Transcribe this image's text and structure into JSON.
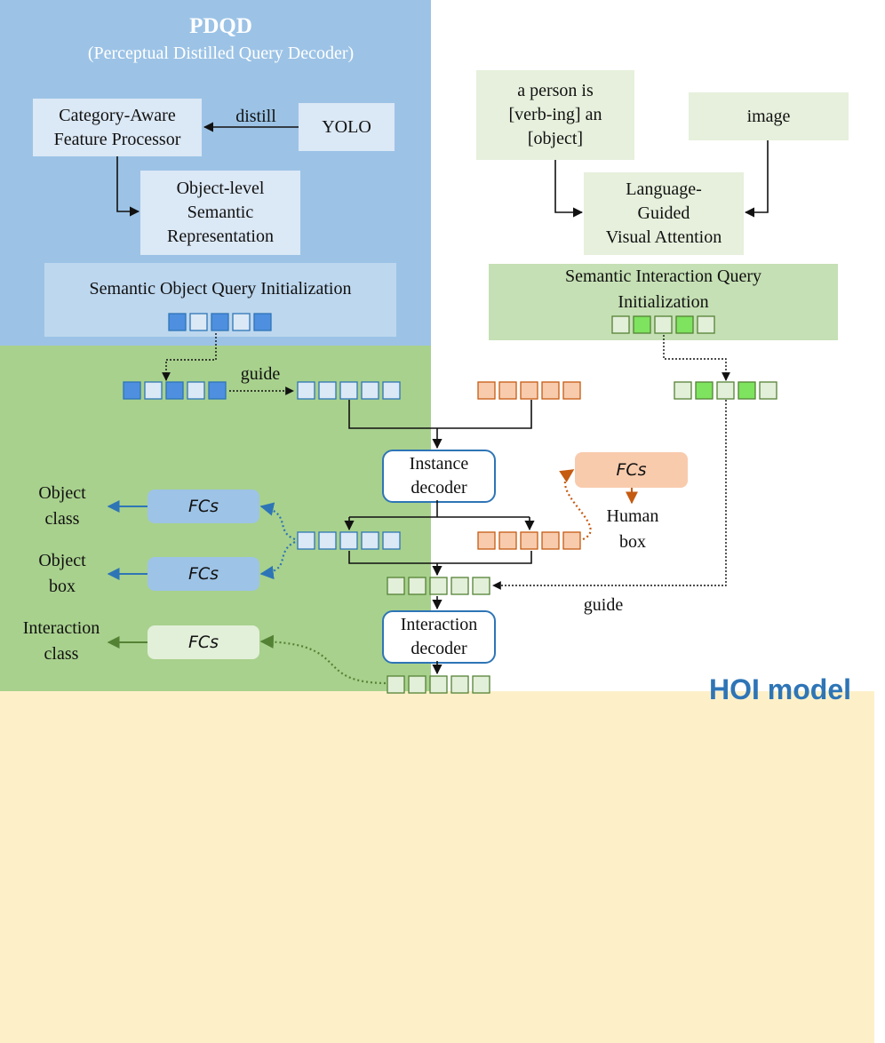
{
  "pdqd": {
    "title": "PDQD",
    "subtitle": "(Perceptual Distilled Query Decoder)",
    "category_aware": "Category-Aware\nFeature Processor",
    "yolo": "YOLO",
    "distill": "distill",
    "object_level": "Object-level\nSemantic\nRepresentation",
    "query_init": "Semantic Object Query Initialization",
    "query_cells": [
      "dark",
      "light",
      "dark",
      "light",
      "dark"
    ]
  },
  "actor": {
    "title": "ACTOR",
    "subtitle": "(Action-aware Cross-modal TransfORmer)",
    "prompt": "a person is\n[verb-ing] an\n[object]",
    "image": "image",
    "attention": "Language-\nGuided\nVisual Attention",
    "query_init": "Semantic Interaction Query\nInitialization",
    "query_cells": [
      "pale",
      "bright",
      "pale",
      "bright",
      "pale"
    ]
  },
  "hoi": {
    "title": "HOI model",
    "guide_top": "guide",
    "guide_bottom": "guide",
    "instance_decoder": "Instance\ndecoder",
    "interaction_decoder": "Interaction\ndecoder",
    "fcs_label": "FCs",
    "object_class": "Object\nclass",
    "object_box": "Object\nbox",
    "interaction_class": "Interaction\nclass",
    "human_box": "Human\nbox"
  },
  "colors": {
    "blue_dark": "#4f8fe0",
    "blue_light": "#dbe8f5",
    "orange": "#f8cbad",
    "green_bright": "#7ee35f",
    "green_pale": "#e2efd9",
    "arrow_blue": "#2e75b6",
    "arrow_orange": "#c55a11",
    "arrow_green": "#548235"
  }
}
